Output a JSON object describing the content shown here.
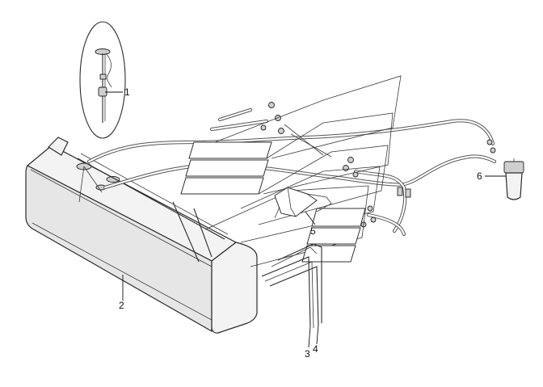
{
  "callouts": [
    {
      "id": "c1",
      "label": "1"
    },
    {
      "id": "c2",
      "label": "2"
    },
    {
      "id": "c3",
      "label": "3"
    },
    {
      "id": "c4",
      "label": "4"
    },
    {
      "id": "c5",
      "label": "5"
    },
    {
      "id": "c6",
      "label": "6"
    }
  ],
  "components": {
    "sender_unit": "fuel-level-sender",
    "tank": "fuel-tank",
    "straps": "tank-mounting-straps",
    "bracket": "tank-bracket",
    "filter": "fuel-filter",
    "lines": "fuel-lines"
  },
  "colors": {
    "line": "#2b2b2b",
    "fill": "#f3f3f3",
    "background": "#ffffff"
  }
}
